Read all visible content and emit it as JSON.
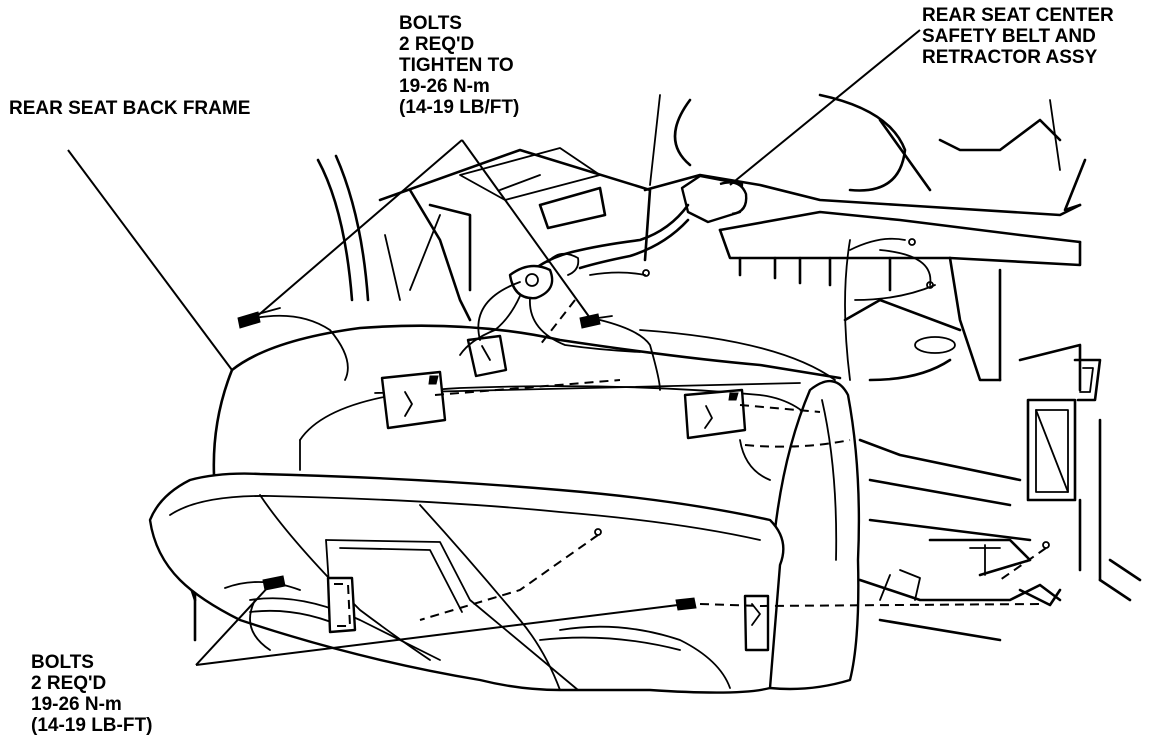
{
  "figure": {
    "callouts": {
      "top_bolts": [
        "BOLTS",
        "2 REQ'D",
        "TIGHTEN TO",
        "19-26 N-m",
        "(14-19 LB/FT)"
      ],
      "back_frame": [
        "REAR SEAT BACK FRAME"
      ],
      "belt": [
        "REAR SEAT CENTER",
        "SAFETY BELT AND",
        "RETRACTOR ASSY"
      ],
      "bottom_bolts": [
        "BOLTS",
        "2 REQ'D",
        "19-26 N-m",
        "(14-19 LB-FT)"
      ]
    }
  }
}
